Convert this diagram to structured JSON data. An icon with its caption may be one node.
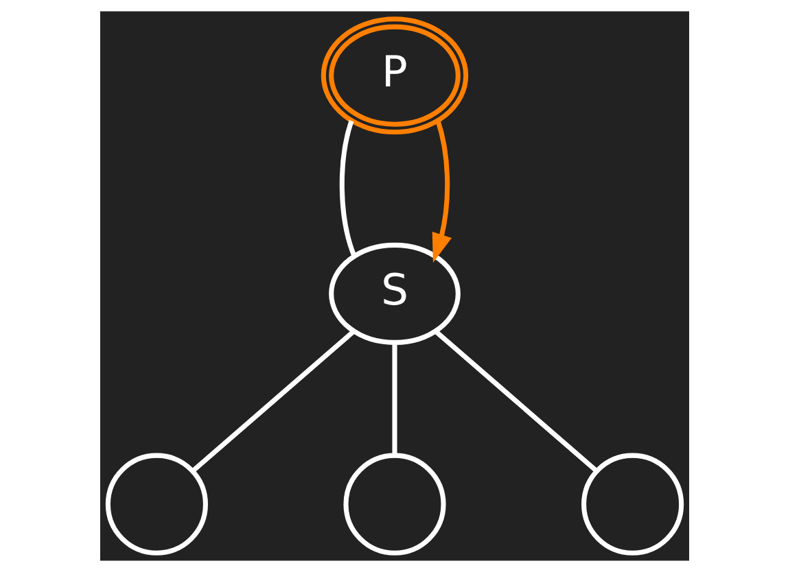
{
  "diagram": {
    "nodes": [
      {
        "text": [
          "P"
        ]
      },
      {
        "text": [
          "S"
        ]
      },
      {
        "text": [],
        "shape": "circle"
      },
      {
        "text": [],
        "shape": "circle"
      },
      {
        "text": [],
        "shape": "circle"
      }
    ],
    "edges": [
      {
        "from": 0,
        "to": 1,
        "arrow": "none"
      },
      {
        "from": 0,
        "to": 1,
        "arrow": "to",
        "color": "#ff7f00"
      },
      {
        "from": 1,
        "to": 2,
        "arrow": "none"
      },
      {
        "from": 1,
        "to": 3,
        "arrow": "none"
      },
      {
        "from": 1,
        "to": 4,
        "arrow": "none"
      }
    ]
  }
}
